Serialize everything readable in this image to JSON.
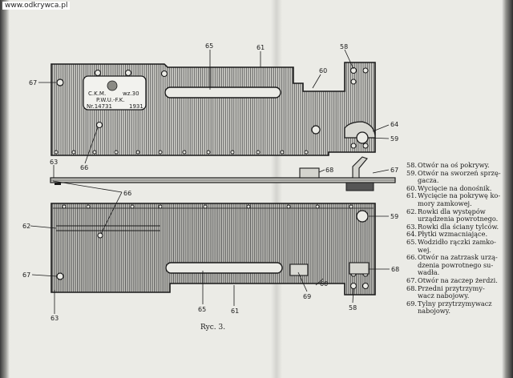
{
  "watermark": "www.odkrywca.pl",
  "plate": {
    "line1": "C.K.M.",
    "line1b": "wz.30",
    "line2": "P.W.U.-F.K.",
    "line3": "Nr.14731",
    "line3b": "1931"
  },
  "callouts": {
    "c58": "58",
    "c59": "59",
    "c60": "60",
    "c61": "61",
    "c62": "62",
    "c63": "63",
    "c64": "64",
    "c65": "65",
    "c66": "66",
    "c67": "67",
    "c68": "68",
    "c69": "69"
  },
  "caption": "Ryc. 3.",
  "legend": [
    {
      "num": "58.",
      "lines": [
        "Otwór na oś pokrywy."
      ]
    },
    {
      "num": "59.",
      "lines": [
        "Otwór na sworzeń sprzę-",
        "gacza."
      ]
    },
    {
      "num": "60.",
      "lines": [
        "Wycięcie na donośnik."
      ]
    },
    {
      "num": "61.",
      "lines": [
        "Wycięcie na pokrywę ko-",
        "mory zamkowej."
      ]
    },
    {
      "num": "62.",
      "lines": [
        "Rowki dla występów",
        "urządzenia powrotnego."
      ]
    },
    {
      "num": "63.",
      "lines": [
        "Rowki dla ściany tylców."
      ]
    },
    {
      "num": "64.",
      "lines": [
        "Płytki wzmacniające."
      ]
    },
    {
      "num": "65.",
      "lines": [
        "Wodzidło rączki zamko-",
        "wej."
      ]
    },
    {
      "num": "66.",
      "lines": [
        "Otwór na zatrzask urzą-",
        "dzenia powrotnego su-",
        "wadła."
      ]
    },
    {
      "num": "67.",
      "lines": [
        "Otwór na zaczep żerdzi."
      ]
    },
    {
      "num": "68.",
      "lines": [
        "Przedni przytrzymy-",
        "wacz nabojowy."
      ]
    },
    {
      "num": "69.",
      "lines": [
        "Tylny przytrzymywacz",
        "nabojowy."
      ]
    }
  ]
}
